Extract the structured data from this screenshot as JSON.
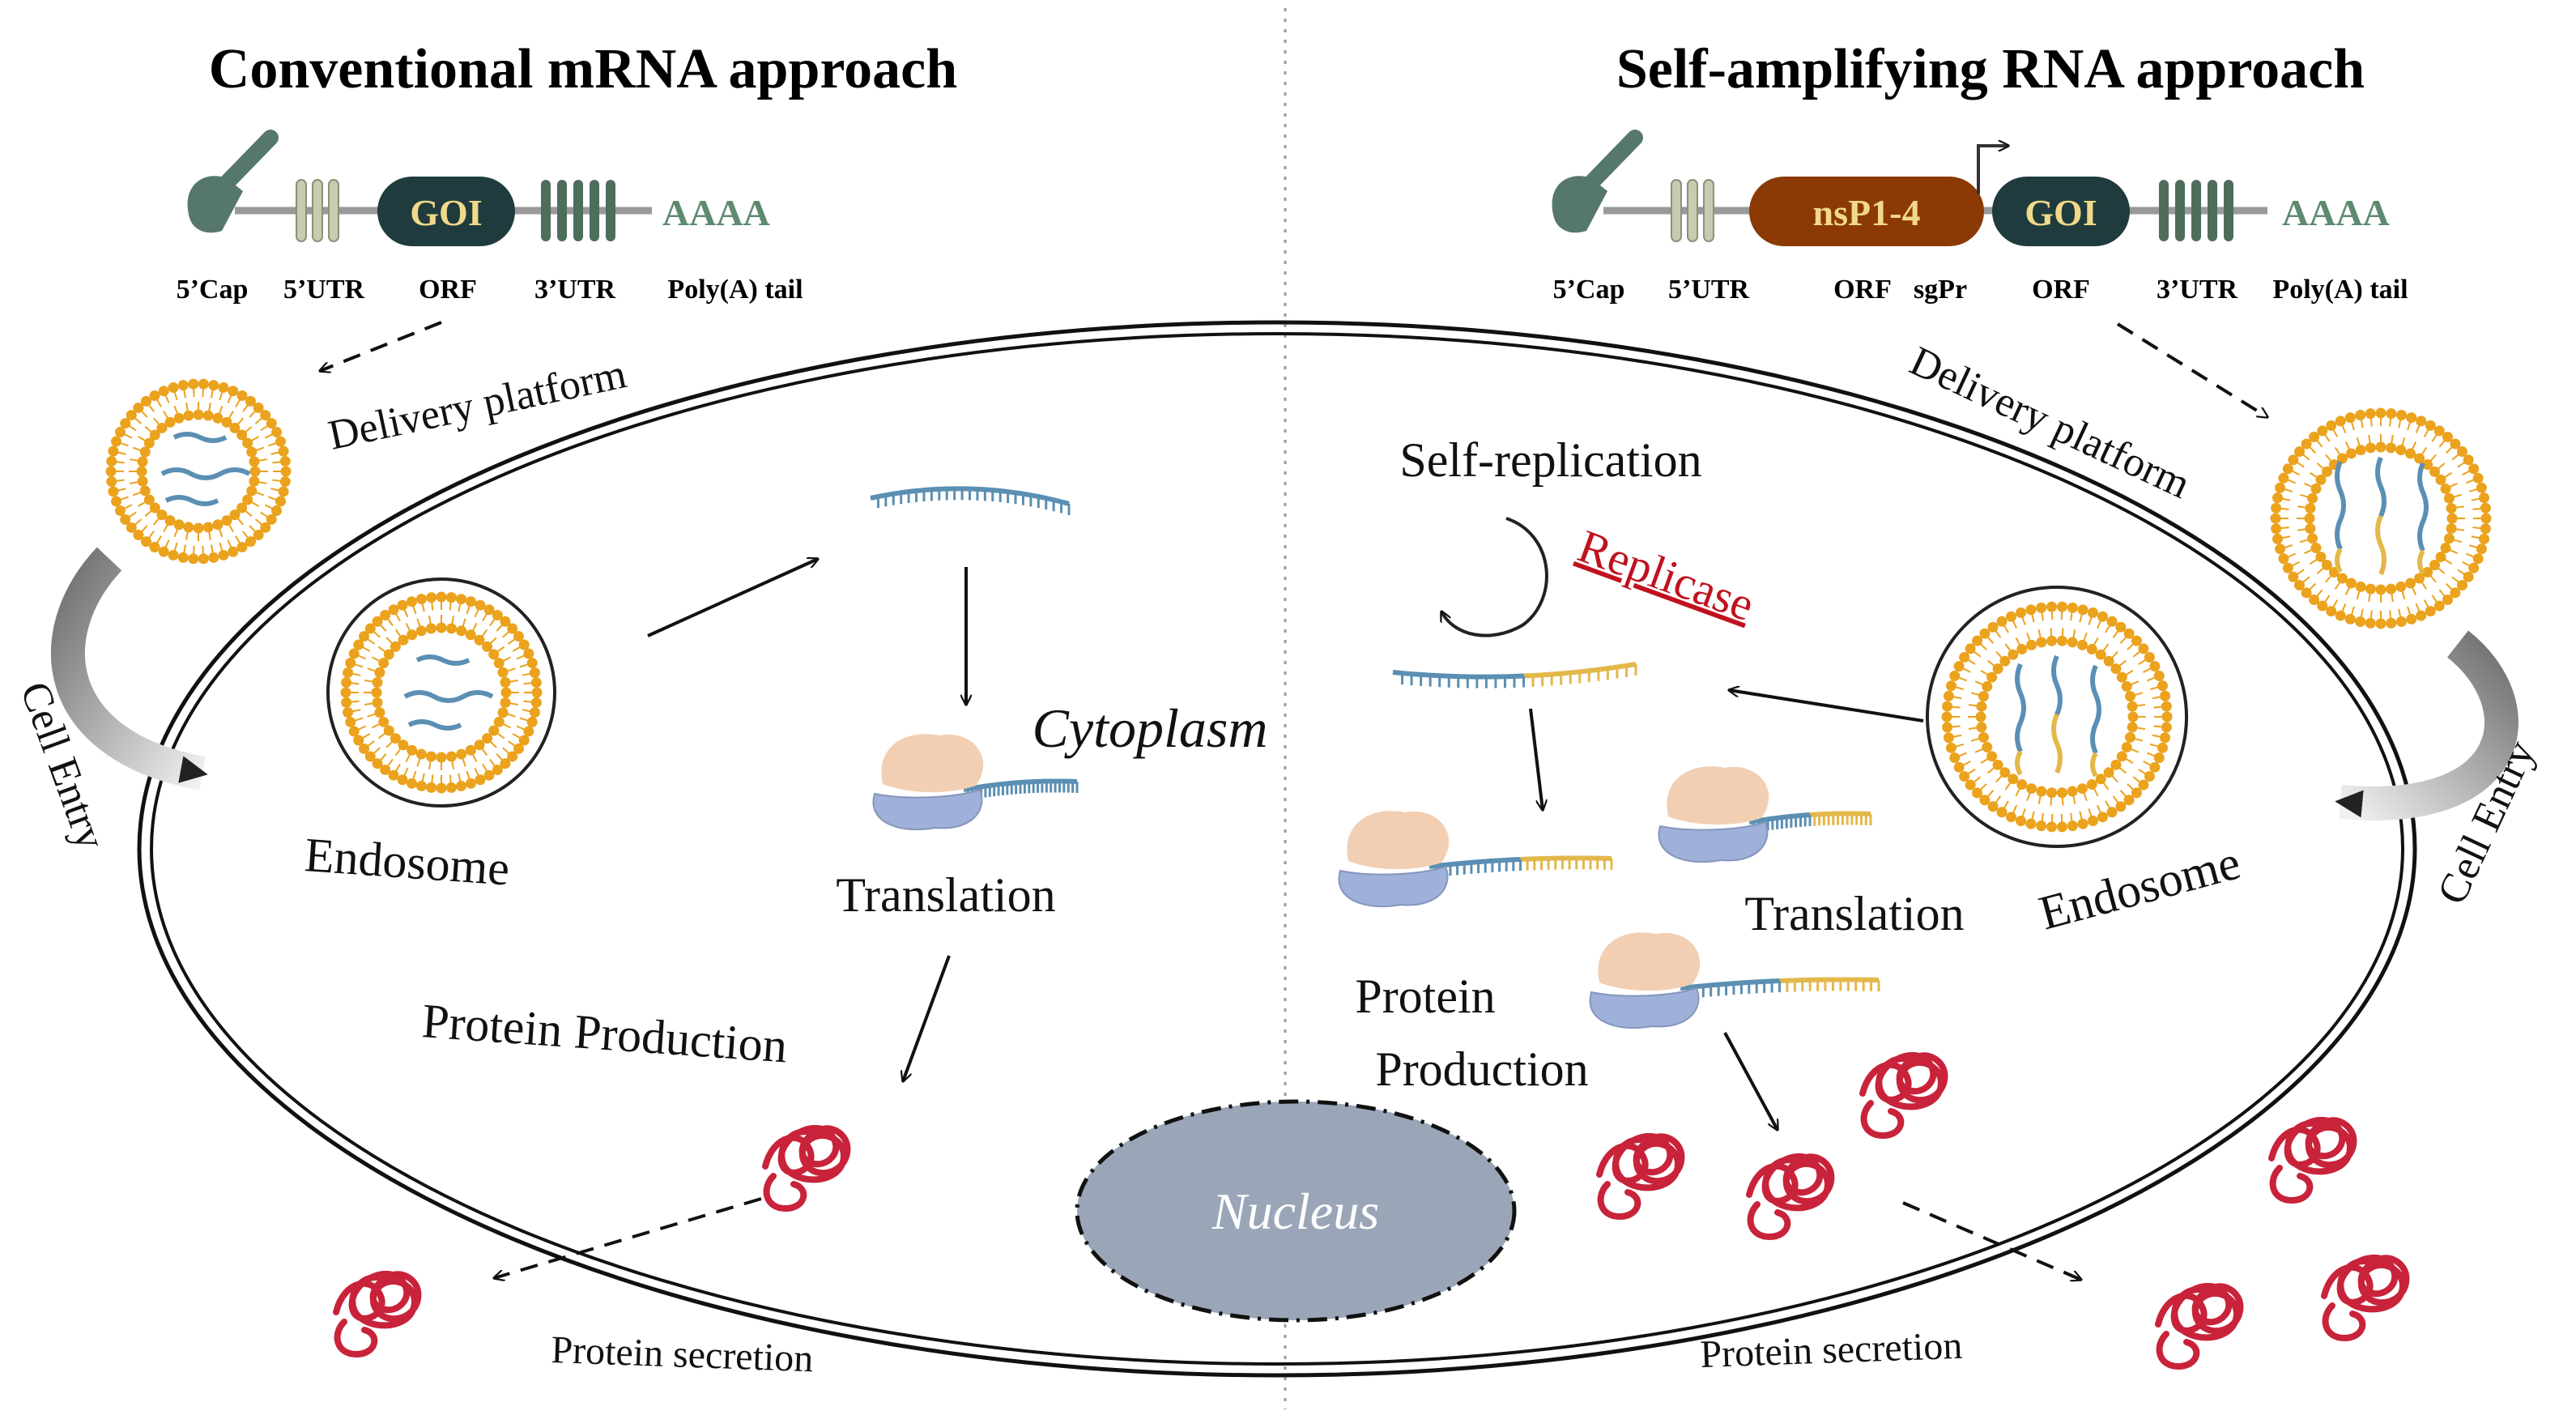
{
  "left": {
    "title": "Conventional mRNA approach",
    "construct": {
      "goi": "GOI",
      "polya": "AAAA",
      "labels": [
        "5’Cap",
        "5’UTR",
        "ORF",
        "3’UTR",
        "Poly(A) tail"
      ]
    },
    "delivery_platform": "Delivery platform",
    "cell_entry": "Cell Entry",
    "endosome": "Endosome",
    "translation": "Translation",
    "protein_production": "Protein Production",
    "protein_secretion": "Protein secretion"
  },
  "right": {
    "title": "Self-amplifying RNA approach",
    "construct": {
      "nsp": "nsP1-4",
      "goi": "GOI",
      "polya": "AAAA",
      "labels": [
        "5’Cap",
        "5’UTR",
        "ORF",
        "sgPr",
        "ORF",
        "3’UTR",
        "Poly(A) tail"
      ]
    },
    "delivery_platform": "Delivery platform",
    "cell_entry": "Cell Entry",
    "self_replication": "Self-replication",
    "replicase": "Replicase",
    "endosome": "Endosome",
    "translation": "Translation",
    "protein_production_1": "Protein",
    "protein_production_2": "Production",
    "protein_secretion": "Protein secretion"
  },
  "center": {
    "cytoplasm": "Cytoplasm",
    "nucleus": "Nucleus"
  },
  "colors": {
    "lipid": "#eba21d",
    "rna_blue": "#5b8fb3",
    "rna_yellow": "#e3b84a",
    "protein": "#c8233a",
    "ribosome_top": "#f2cfb3",
    "ribosome_bottom": "#9fb1d8",
    "goi_fill": "#1f3b3d",
    "goi_text": "#f1d98a",
    "nsp_fill": "#8b3a05",
    "utr5": "#c9cbb0",
    "utr3": "#4e6e5a",
    "cap": "#56786a",
    "polya": "#5e8a70",
    "replicase": "#c0111f",
    "nucleus": "#9aa6b8"
  }
}
